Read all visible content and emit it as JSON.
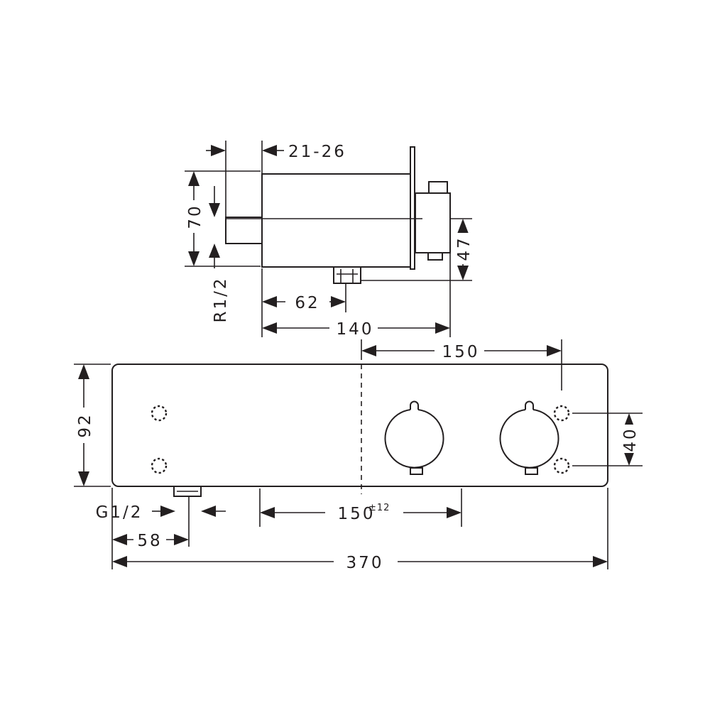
{
  "dimensions": {
    "screw_depth": "21-26",
    "height_side": "70",
    "thread_outlet": "R1/2",
    "outlet_height": "47",
    "outlet_offset": "62",
    "depth_total": "140",
    "handle_spacing": "150",
    "height_front": "92",
    "mount_spacing": "40",
    "inlet_thread": "G1/2",
    "inlet_offset": "58",
    "connection_spacing": "150",
    "connection_tolerance": "±12",
    "width_total": "370"
  },
  "colors": {
    "line": "#231f20",
    "background": "#ffffff"
  }
}
